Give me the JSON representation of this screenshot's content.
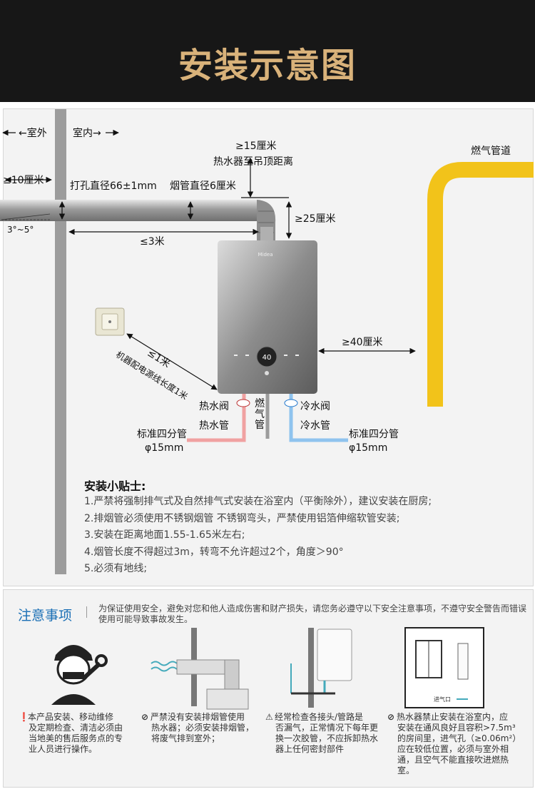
{
  "header": {
    "title": "安装示意图"
  },
  "diagram": {
    "outdoor": "←室外",
    "indoor": "室内→",
    "gas_pipe": "燃气管道",
    "ceiling_gap_value": "≥15厘米",
    "ceiling_gap_desc": "热水器至吊顶距离",
    "wall_protrude": "≥10厘米",
    "hole_diameter": "打孔直径66±1mm",
    "flue_diameter": "烟管直径6厘米",
    "slope": "3°~5°",
    "flue_to_top": "≥25厘米",
    "flue_length": "≤3米",
    "side_gap": "≥40厘米",
    "power_distance": "≤1米",
    "power_cable": "机器配电源线长度1米",
    "hot_valve": "热水阀",
    "hot_pipe": "热水管",
    "gas_label": "燃气管",
    "cold_valve": "冷水阀",
    "cold_pipe": "冷水管",
    "std_pipe_left": "标准四分管",
    "std_pipe_left_dia": "φ15mm",
    "std_pipe_right": "标准四分管",
    "std_pipe_right_dia": "φ15mm",
    "brand": "Midea",
    "display_value": "40"
  },
  "tips": {
    "title": "安装小贴士:",
    "items": [
      "1.严禁将强制排气式及自然排气式安装在浴室内（平衡除外），建议安装在厨房;",
      "2.排烟管必须使用不锈钢烟管 不锈钢弯头，严禁使用铝箔伸缩软管安装;",
      "3.安装在距离地面1.55-1.65米左右;",
      "4.烟管长度不得超过3m，转弯不允许超过2个，角度＞90°",
      "5.必须有地线;"
    ]
  },
  "notice": {
    "title": "注意事项",
    "intro": "为保证使用安全，避免对您和他人造成伤害和财产损失，请您务必遵守以下安全注意事项，不遵守安全警告而错误使用可能导致事故发生。",
    "inlet_label": "进气口",
    "items": [
      {
        "icon": "❗",
        "line1": "本产品安装、移动维修",
        "rest": "及定期检查、清洁必须由当地美的售后服务点的专业人员进行操作。"
      },
      {
        "icon": "⊘",
        "line1": "严禁没有安装排烟管使用",
        "rest": "热水器；必须安装排烟管，将废气排到室外；"
      },
      {
        "icon": "⚠",
        "line1": "经常检查各接头/管路是",
        "rest": "否漏气，正常情况下每年更换一次胶管，不应拆卸热水器上任何密封部件"
      },
      {
        "icon": "⊘",
        "line1": "热水器禁止安装在浴室内，应",
        "rest": "安装在通风良好且容积>7.5m³的房间里，进气孔（≥0.06m²）应在较低位置，必须与室外相通，且空气不能直接吹进燃热室。"
      }
    ]
  }
}
